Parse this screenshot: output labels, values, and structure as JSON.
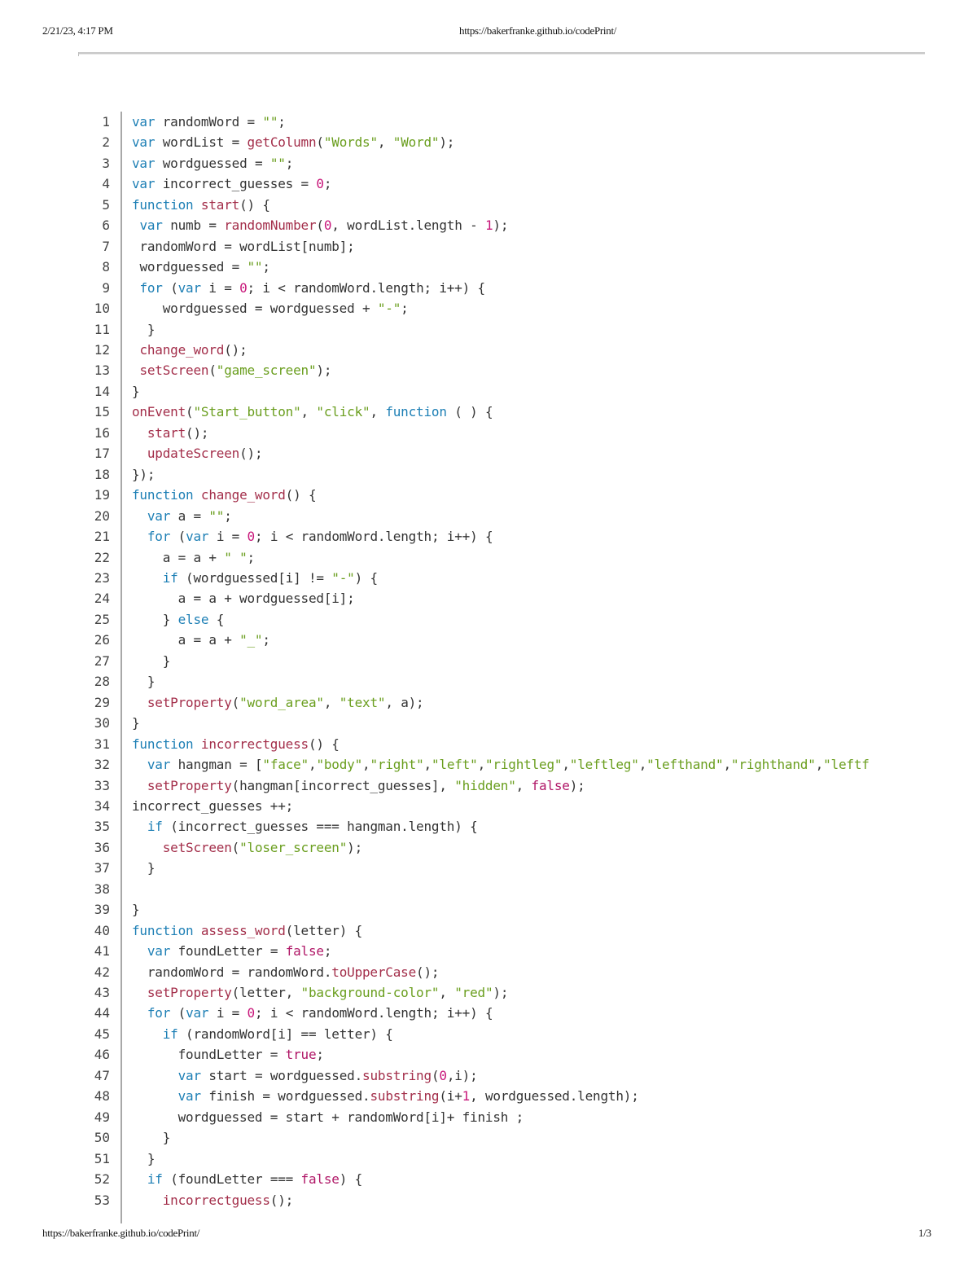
{
  "print_header": {
    "datetime": "2/21/23, 4:17 PM",
    "url": "https://bakerfranke.github.io/codePrint/"
  },
  "print_footer": {
    "url": "https://bakerfranke.github.io/codePrint/",
    "page": "1/3"
  },
  "colors": {
    "keyword": "#1d7fb5",
    "function_call": "#a32e4a",
    "string": "#6a9e1e",
    "number": "#c8177a",
    "boolean": "#b01767",
    "plain": "#333333"
  },
  "code_lines": [
    {
      "n": "1",
      "tokens": [
        [
          "kw",
          "var"
        ],
        [
          "",
          "randomWord = "
        ],
        [
          "str",
          "\"\""
        ],
        [
          "",
          ";"
        ]
      ]
    },
    {
      "n": "2",
      "tokens": [
        [
          "kw",
          "var"
        ],
        [
          "",
          "wordList = "
        ],
        [
          "fn",
          "getColumn"
        ],
        [
          "",
          "("
        ],
        [
          "str",
          "\"Words\""
        ],
        [
          "",
          ", "
        ],
        [
          "str",
          "\"Word\""
        ],
        [
          "",
          ");"
        ]
      ]
    },
    {
      "n": "3",
      "tokens": [
        [
          "kw",
          "var"
        ],
        [
          "",
          "wordguessed = "
        ],
        [
          "str",
          "\"\""
        ],
        [
          "",
          ";"
        ]
      ]
    },
    {
      "n": "4",
      "tokens": [
        [
          "kw",
          "var"
        ],
        [
          "",
          "incorrect_guesses = "
        ],
        [
          "num",
          "0"
        ],
        [
          "",
          ";"
        ]
      ]
    },
    {
      "n": "5",
      "tokens": [
        [
          "kw",
          "function"
        ],
        [
          "",
          ""
        ],
        [
          "fn",
          "start"
        ],
        [
          "",
          "() {"
        ]
      ]
    },
    {
      "n": "6",
      "tokens": [
        [
          "",
          ""
        ],
        [
          "kw",
          "var"
        ],
        [
          "",
          "numb = "
        ],
        [
          "fn",
          "randomNumber"
        ],
        [
          "",
          "("
        ],
        [
          "num",
          "0"
        ],
        [
          "",
          ", wordList.length - "
        ],
        [
          "num",
          "1"
        ],
        [
          "",
          ");"
        ]
      ]
    },
    {
      "n": "7",
      "tokens": [
        [
          "",
          "randomWord = wordList[numb];"
        ]
      ]
    },
    {
      "n": "8",
      "tokens": [
        [
          "",
          "wordguessed = "
        ],
        [
          "str",
          "\"\""
        ],
        [
          "",
          ";"
        ]
      ]
    },
    {
      "n": "9",
      "tokens": [
        [
          "",
          ""
        ],
        [
          "kw",
          "for"
        ],
        [
          "",
          "("
        ],
        [
          "kw",
          "var"
        ],
        [
          "",
          "i = "
        ],
        [
          "num",
          "0"
        ],
        [
          "",
          "; i < randomWord.length; i++) {"
        ]
      ]
    },
    {
      "n": "10",
      "tokens": [
        [
          "",
          "    wordguessed = wordguessed + "
        ],
        [
          "str",
          "\"-\""
        ],
        [
          "",
          ";"
        ]
      ]
    },
    {
      "n": "11",
      "tokens": [
        [
          "",
          "  }"
        ]
      ]
    },
    {
      "n": "12",
      "tokens": [
        [
          "",
          ""
        ],
        [
          "fn",
          "change_word"
        ],
        [
          "",
          "();"
        ]
      ]
    },
    {
      "n": "13",
      "tokens": [
        [
          "",
          ""
        ],
        [
          "fn",
          "setScreen"
        ],
        [
          "",
          "("
        ],
        [
          "str",
          "\"game_screen\""
        ],
        [
          "",
          ");"
        ]
      ]
    },
    {
      "n": "14",
      "tokens": [
        [
          "",
          "}"
        ]
      ]
    },
    {
      "n": "15",
      "tokens": [
        [
          "fn",
          "onEvent"
        ],
        [
          "",
          "("
        ],
        [
          "str",
          "\"Start_button\""
        ],
        [
          "",
          ", "
        ],
        [
          "str",
          "\"click\""
        ],
        [
          "",
          ", "
        ],
        [
          "kw",
          "function"
        ],
        [
          "",
          "( ) {"
        ]
      ]
    },
    {
      "n": "16",
      "tokens": [
        [
          "",
          "  "
        ],
        [
          "fn",
          "start"
        ],
        [
          "",
          "();"
        ]
      ]
    },
    {
      "n": "17",
      "tokens": [
        [
          "",
          "  "
        ],
        [
          "fn",
          "updateScreen"
        ],
        [
          "",
          "();"
        ]
      ]
    },
    {
      "n": "18",
      "tokens": [
        [
          "",
          "});"
        ]
      ]
    },
    {
      "n": "19",
      "tokens": [
        [
          "kw",
          "function"
        ],
        [
          "",
          ""
        ],
        [
          "fn",
          "change_word"
        ],
        [
          "",
          "() {"
        ]
      ]
    },
    {
      "n": "20",
      "tokens": [
        [
          "",
          "  "
        ],
        [
          "kw",
          "var"
        ],
        [
          "",
          "a = "
        ],
        [
          "str",
          "\"\""
        ],
        [
          "",
          ";"
        ]
      ]
    },
    {
      "n": "21",
      "tokens": [
        [
          "",
          "  "
        ],
        [
          "kw",
          "for"
        ],
        [
          "",
          "("
        ],
        [
          "kw",
          "var"
        ],
        [
          "",
          "i = "
        ],
        [
          "num",
          "0"
        ],
        [
          "",
          "; i < randomWord.length; i++) {"
        ]
      ]
    },
    {
      "n": "22",
      "tokens": [
        [
          "",
          "    a = a + "
        ],
        [
          "str",
          "\" \""
        ],
        [
          "",
          ";"
        ]
      ]
    },
    {
      "n": "23",
      "tokens": [
        [
          "",
          "    "
        ],
        [
          "kw",
          "if"
        ],
        [
          "",
          "(wordguessed[i] != "
        ],
        [
          "str",
          "\"-\""
        ],
        [
          "",
          ") {"
        ]
      ]
    },
    {
      "n": "24",
      "tokens": [
        [
          "",
          "      a = a + wordguessed[i];"
        ]
      ]
    },
    {
      "n": "25",
      "tokens": [
        [
          "",
          "    } "
        ],
        [
          "kw",
          "else"
        ],
        [
          "",
          "{"
        ]
      ]
    },
    {
      "n": "26",
      "tokens": [
        [
          "",
          "      a = a + "
        ],
        [
          "str",
          "\"_\""
        ],
        [
          "",
          ";"
        ]
      ]
    },
    {
      "n": "27",
      "tokens": [
        [
          "",
          "    }"
        ]
      ]
    },
    {
      "n": "28",
      "tokens": [
        [
          "",
          "  }"
        ]
      ]
    },
    {
      "n": "29",
      "tokens": [
        [
          "",
          "  "
        ],
        [
          "fn",
          "setProperty"
        ],
        [
          "",
          "("
        ],
        [
          "str",
          "\"word_area\""
        ],
        [
          "",
          ", "
        ],
        [
          "str",
          "\"text\""
        ],
        [
          "",
          ", a);"
        ]
      ]
    },
    {
      "n": "30",
      "tokens": [
        [
          "",
          "}"
        ]
      ]
    },
    {
      "n": "31",
      "tokens": [
        [
          "kw",
          "function"
        ],
        [
          "",
          ""
        ],
        [
          "fn",
          "incorrectguess"
        ],
        [
          "",
          "() {"
        ]
      ]
    },
    {
      "n": "32",
      "tokens": [
        [
          "",
          "  "
        ],
        [
          "kw",
          "var"
        ],
        [
          "",
          "hangman = ["
        ],
        [
          "str",
          "\"face\""
        ],
        [
          "",
          ","
        ],
        [
          "str",
          "\"body\""
        ],
        [
          "",
          ","
        ],
        [
          "str",
          "\"right\""
        ],
        [
          "",
          ","
        ],
        [
          "str",
          "\"left\""
        ],
        [
          "",
          ","
        ],
        [
          "str",
          "\"rightleg\""
        ],
        [
          "",
          ","
        ],
        [
          "str",
          "\"leftleg\""
        ],
        [
          "",
          ","
        ],
        [
          "str",
          "\"lefthand\""
        ],
        [
          "",
          ","
        ],
        [
          "str",
          "\"righthand\""
        ],
        [
          "",
          ","
        ],
        [
          "str",
          "\"leftf"
        ]
      ]
    },
    {
      "n": "33",
      "tokens": [
        [
          "",
          "  "
        ],
        [
          "fn",
          "setProperty"
        ],
        [
          "",
          "(hangman[incorrect_guesses], "
        ],
        [
          "str",
          "\"hidden\""
        ],
        [
          "",
          ", "
        ],
        [
          "bool",
          "false"
        ],
        [
          "",
          ");"
        ]
      ]
    },
    {
      "n": "34",
      "tokens": [
        [
          "",
          "incorrect_guesses ++;"
        ]
      ]
    },
    {
      "n": "35",
      "tokens": [
        [
          "",
          "  "
        ],
        [
          "kw",
          "if"
        ],
        [
          "",
          "(incorrect_guesses === hangman.length) {"
        ]
      ]
    },
    {
      "n": "36",
      "tokens": [
        [
          "",
          "    "
        ],
        [
          "fn",
          "setScreen"
        ],
        [
          "",
          "("
        ],
        [
          "str",
          "\"loser_screen\""
        ],
        [
          "",
          ");"
        ]
      ]
    },
    {
      "n": "37",
      "tokens": [
        [
          "",
          "  }"
        ]
      ]
    },
    {
      "n": "38",
      "tokens": [
        [
          "",
          ""
        ]
      ]
    },
    {
      "n": "39",
      "tokens": [
        [
          "",
          "}"
        ]
      ]
    },
    {
      "n": "40",
      "tokens": [
        [
          "kw",
          "function"
        ],
        [
          "",
          ""
        ],
        [
          "fn",
          "assess_word"
        ],
        [
          "",
          "(letter) {"
        ]
      ]
    },
    {
      "n": "41",
      "tokens": [
        [
          "",
          "  "
        ],
        [
          "kw",
          "var"
        ],
        [
          "",
          "foundLetter = "
        ],
        [
          "bool",
          "false"
        ],
        [
          "",
          ";"
        ]
      ]
    },
    {
      "n": "42",
      "tokens": [
        [
          "",
          "  randomWord = randomWord."
        ],
        [
          "fn",
          "toUpperCase"
        ],
        [
          "",
          "();"
        ]
      ]
    },
    {
      "n": "43",
      "tokens": [
        [
          "",
          "  "
        ],
        [
          "fn",
          "setProperty"
        ],
        [
          "",
          "(letter, "
        ],
        [
          "str",
          "\"background-color\""
        ],
        [
          "",
          ", "
        ],
        [
          "str",
          "\"red\""
        ],
        [
          "",
          ");"
        ]
      ]
    },
    {
      "n": "44",
      "tokens": [
        [
          "",
          "  "
        ],
        [
          "kw",
          "for"
        ],
        [
          "",
          "("
        ],
        [
          "kw",
          "var"
        ],
        [
          "",
          "i = "
        ],
        [
          "num",
          "0"
        ],
        [
          "",
          "; i < randomWord.length; i++) {"
        ]
      ]
    },
    {
      "n": "45",
      "tokens": [
        [
          "",
          "    "
        ],
        [
          "kw",
          "if"
        ],
        [
          "",
          "(randomWord[i] == letter) {"
        ]
      ]
    },
    {
      "n": "46",
      "tokens": [
        [
          "",
          "      foundLetter = "
        ],
        [
          "bool",
          "true"
        ],
        [
          "",
          ";"
        ]
      ]
    },
    {
      "n": "47",
      "tokens": [
        [
          "",
          "      "
        ],
        [
          "kw",
          "var"
        ],
        [
          "",
          "start = wordguessed."
        ],
        [
          "fn",
          "substring"
        ],
        [
          "",
          "("
        ],
        [
          "num",
          "0"
        ],
        [
          "",
          ",i);"
        ]
      ]
    },
    {
      "n": "48",
      "tokens": [
        [
          "",
          "      "
        ],
        [
          "kw",
          "var"
        ],
        [
          "",
          "finish = wordguessed."
        ],
        [
          "fn",
          "substring"
        ],
        [
          "",
          "(i+"
        ],
        [
          "num",
          "1"
        ],
        [
          "",
          ", wordguessed.length);"
        ]
      ]
    },
    {
      "n": "49",
      "tokens": [
        [
          "",
          "      wordguessed = start + randomWord[i]+ finish ;"
        ]
      ]
    },
    {
      "n": "50",
      "tokens": [
        [
          "",
          "    }"
        ]
      ]
    },
    {
      "n": "51",
      "tokens": [
        [
          "",
          "  }"
        ]
      ]
    },
    {
      "n": "52",
      "tokens": [
        [
          "",
          "  "
        ],
        [
          "kw",
          "if"
        ],
        [
          "",
          "(foundLetter === "
        ],
        [
          "bool",
          "false"
        ],
        [
          "",
          ") {"
        ]
      ]
    },
    {
      "n": "53",
      "tokens": [
        [
          "",
          "    "
        ],
        [
          "fn",
          "incorrectguess"
        ],
        [
          "",
          "();"
        ]
      ]
    }
  ],
  "indents": {
    "6": " ",
    "7": " ",
    "8": " ",
    "9": " ",
    "12": " ",
    "13": " "
  }
}
